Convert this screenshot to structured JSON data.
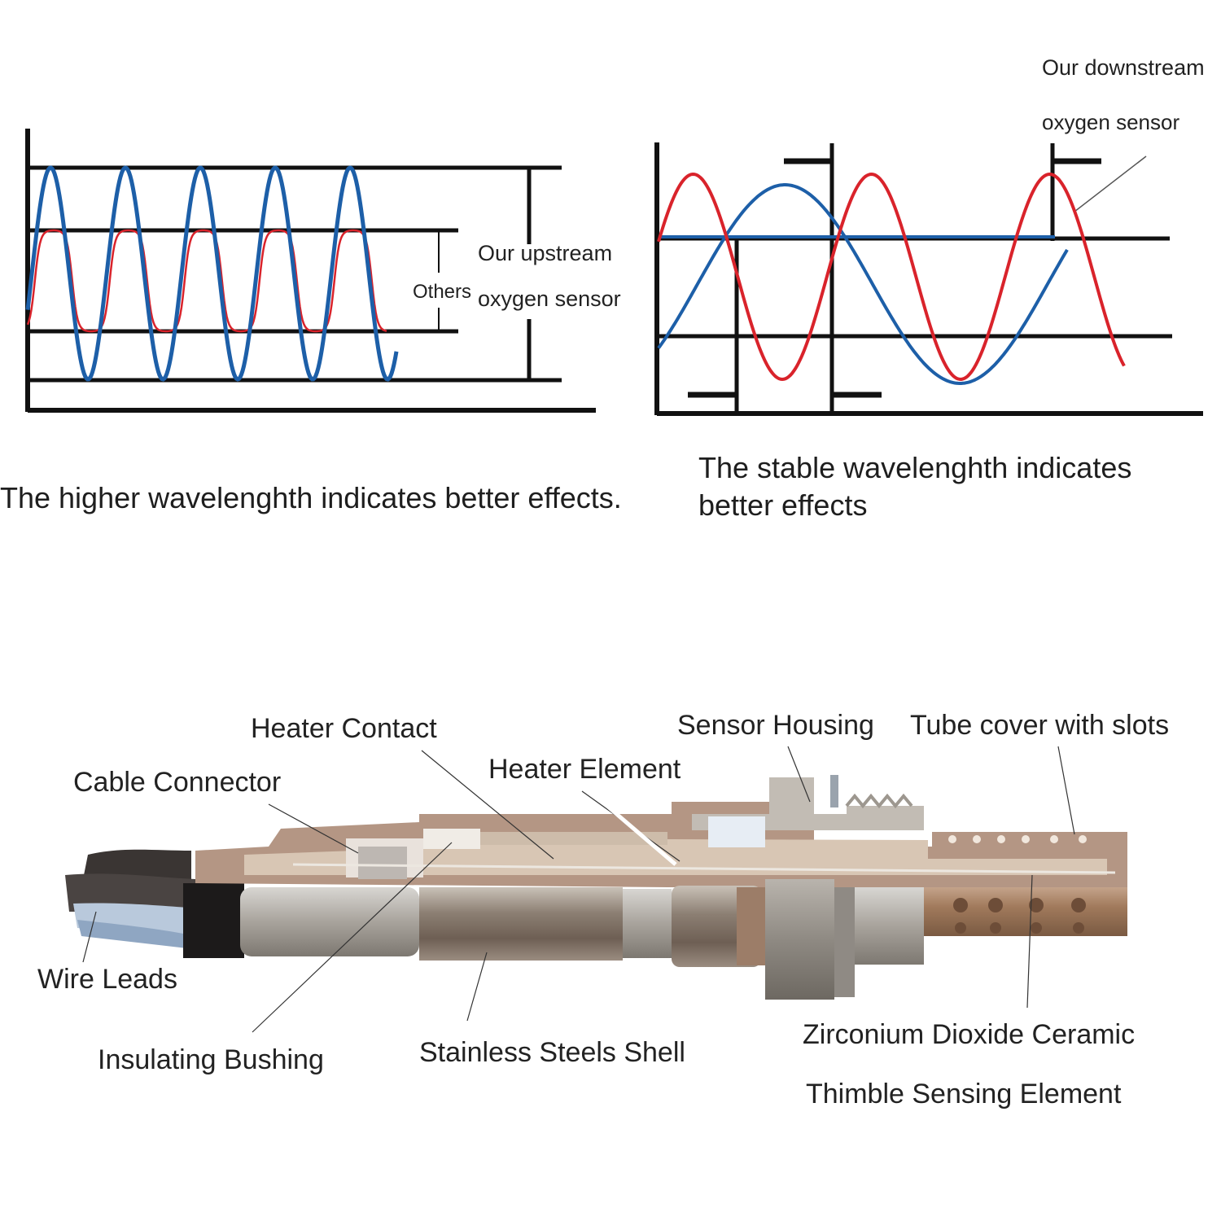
{
  "upstream_chart": {
    "others_label": "Others",
    "ours_label_line1": "Our upstream",
    "ours_label_line2": "oxygen sensor",
    "caption": "The higher wavelenghth indicates better effects.",
    "ours_color": "#1d5fa8",
    "others_color": "#d9232b"
  },
  "downstream_chart": {
    "ours_label_line1": "Our downstream",
    "ours_label_line2": "oxygen sensor",
    "caption_line1": "The stable wavelenghth indicates",
    "caption_line2": "better effects",
    "ours_color": "#1d5fa8",
    "others_color": "#d9232b"
  },
  "sensor_diagram": {
    "labels": {
      "heater_contact": "Heater Contact",
      "cable_connector": "Cable Connector",
      "heater_element": "Heater Element",
      "sensor_housing": "Sensor Housing",
      "tube_cover": "Tube cover with slots",
      "wire_leads": "Wire Leads",
      "insulating_bushing": "Insulating Bushing",
      "stainless_shell": "Stainless Steels Shell",
      "zirconium_line1": "Zirconium Dioxide Ceramic",
      "zirconium_line2": "Thimble Sensing Element"
    }
  }
}
